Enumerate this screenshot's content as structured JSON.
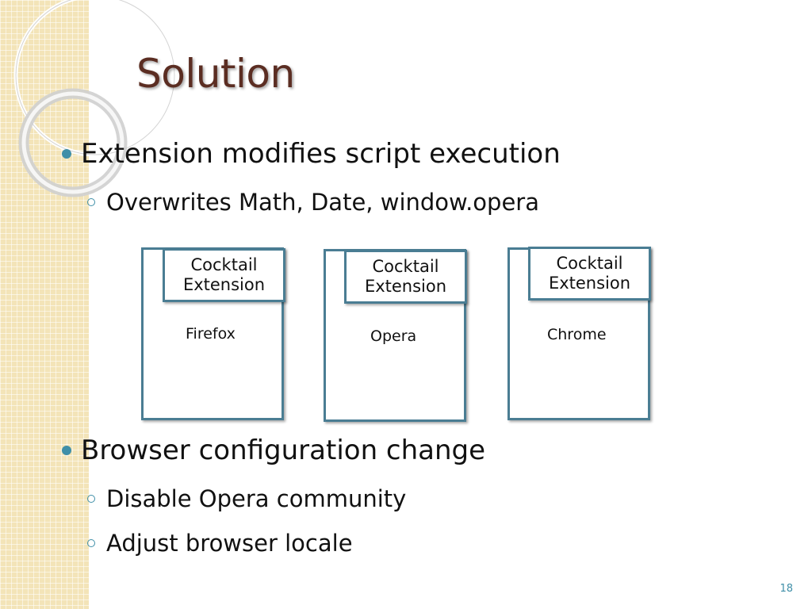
{
  "slide": {
    "title": "Solution",
    "page_number": "18"
  },
  "bullets": [
    {
      "text": "Extension modifies script execution",
      "subs": [
        "Overwrites Math, Date, window.opera"
      ]
    },
    {
      "text": "Browser configuration change",
      "subs": [
        "Disable Opera community",
        "Adjust browser locale"
      ]
    }
  ],
  "diagram": {
    "extension_lines": [
      "Cocktail",
      "Extension"
    ],
    "browsers": [
      "Firefox",
      "Opera",
      "Chrome"
    ]
  },
  "colors": {
    "title": "#5b2d22",
    "accent": "#3f8fa8",
    "box_border": "#4a7d93",
    "side_strip": "#f3e4b8"
  }
}
